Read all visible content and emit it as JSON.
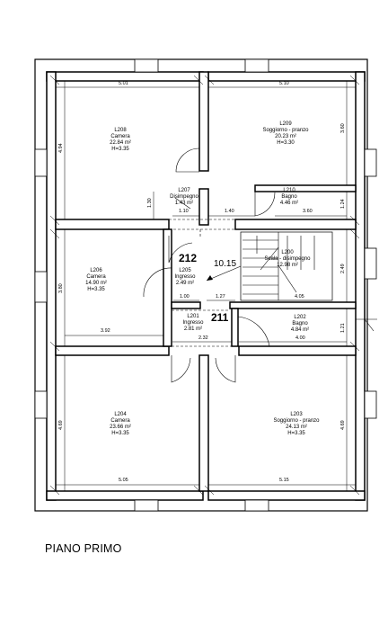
{
  "sheet": {
    "title": "PIANO PRIMO"
  },
  "rooms": [
    {
      "code": "L208",
      "name": "Camera",
      "area": "22.84 m²",
      "height": "H=3.35"
    },
    {
      "code": "L209",
      "name": "Soggiorno - pranzo",
      "area": "20.23 m²",
      "height": "H=3.30"
    },
    {
      "code": "L207",
      "name": "Disimpegno",
      "area": "1.43 m²",
      "height": ""
    },
    {
      "code": "L210",
      "name": "Bagno",
      "area": "4.46 m²",
      "height": ""
    },
    {
      "code": "L206",
      "name": "Camera",
      "area": "14.90 m²",
      "height": "H=3.35"
    },
    {
      "code": "L205",
      "name": "Ingresso",
      "area": "2.49 m²",
      "height": ""
    },
    {
      "code": "L200",
      "name": "Scala - disimpegno",
      "area": "12.98 m²",
      "height": ""
    },
    {
      "code": "L201",
      "name": "Ingresso",
      "area": "2.81 m²",
      "height": ""
    },
    {
      "code": "L202",
      "name": "Bagno",
      "area": "4.84 m²",
      "height": ""
    },
    {
      "code": "L204",
      "name": "Camera",
      "area": "23.66 m²",
      "height": "H=3.35"
    },
    {
      "code": "L203",
      "name": "Soggiorno - pranzo",
      "area": "24.13 m²",
      "height": "H=3.35"
    }
  ],
  "units": {
    "u212": "212",
    "u211": "211",
    "level": "10.15"
  },
  "dims": [
    "5.01",
    "5.10",
    "4.94",
    "3.60",
    "1.30",
    "1.10",
    "1.40",
    "3.60",
    "1.24",
    "3.80",
    "2.49",
    "1.00",
    "1.27",
    "4.05",
    "3.92",
    "2.32",
    "4.00",
    "1.21",
    "4.69",
    "4.69",
    "5.05",
    "5.15"
  ]
}
